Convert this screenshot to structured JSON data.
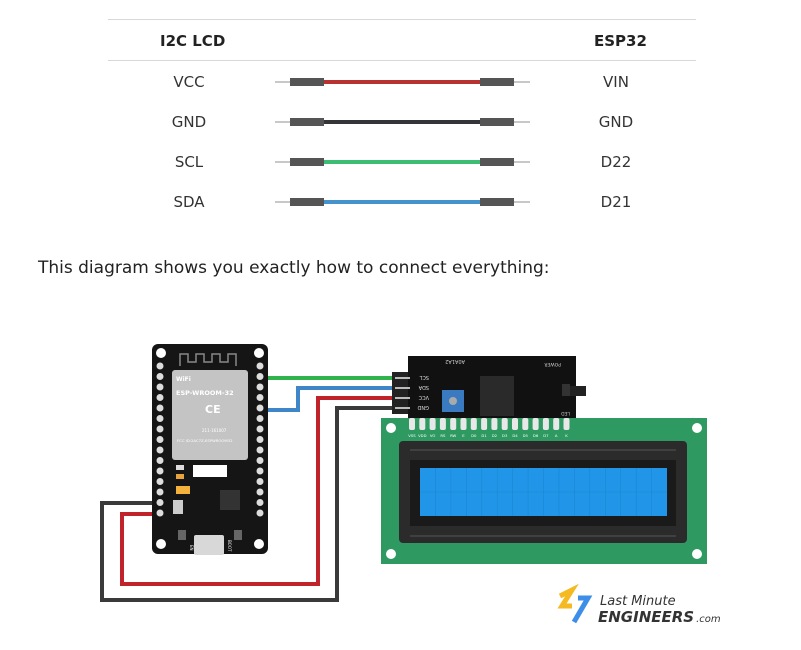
{
  "table": {
    "headers": {
      "left": "I2C LCD",
      "right": "ESP32"
    },
    "rows": [
      {
        "lcd": "VCC",
        "esp": "VIN",
        "wire_color": "#b83232"
      },
      {
        "lcd": "GND",
        "esp": "GND",
        "wire_color": "#333538"
      },
      {
        "lcd": "SCL",
        "esp": "D22",
        "wire_color": "#3dbd74"
      },
      {
        "lcd": "SDA",
        "esp": "D21",
        "wire_color": "#4493cc"
      }
    ]
  },
  "intro_text": "This diagram shows you exactly how to connect everything:",
  "diagram": {
    "esp32_module_label": "ESP-WROOM-32",
    "wifi_logo": "WiFi",
    "fcc_id": "FCC ID:2AC7Z-ESPWROOM32",
    "cert_code": "211-161007",
    "button_en": "EN",
    "button_boot": "BOOT",
    "i2c_pins": [
      "SCL",
      "SDA",
      "VCC",
      "GND"
    ],
    "i2c_addr": "A0A1A2",
    "power_label": "POWER",
    "led_label": "LED",
    "lcd_pins": [
      "VSS",
      "VDD",
      "VO",
      "RS",
      "RW",
      "E",
      "D0",
      "D1",
      "D2",
      "D3",
      "D4",
      "D5",
      "D6",
      "D7",
      "A",
      "K"
    ],
    "wire_colors": {
      "scl": "#2fb34a",
      "sda": "#3f86c9",
      "vcc": "#c0232a",
      "gnd": "#3a3a3a"
    },
    "lcd_screen_color": "#2196e8",
    "lcd_pcb_color": "#2e9a62"
  },
  "logo": {
    "line1": "Last Minute",
    "line2": "ENGINEERS",
    "suffix": ".com"
  }
}
